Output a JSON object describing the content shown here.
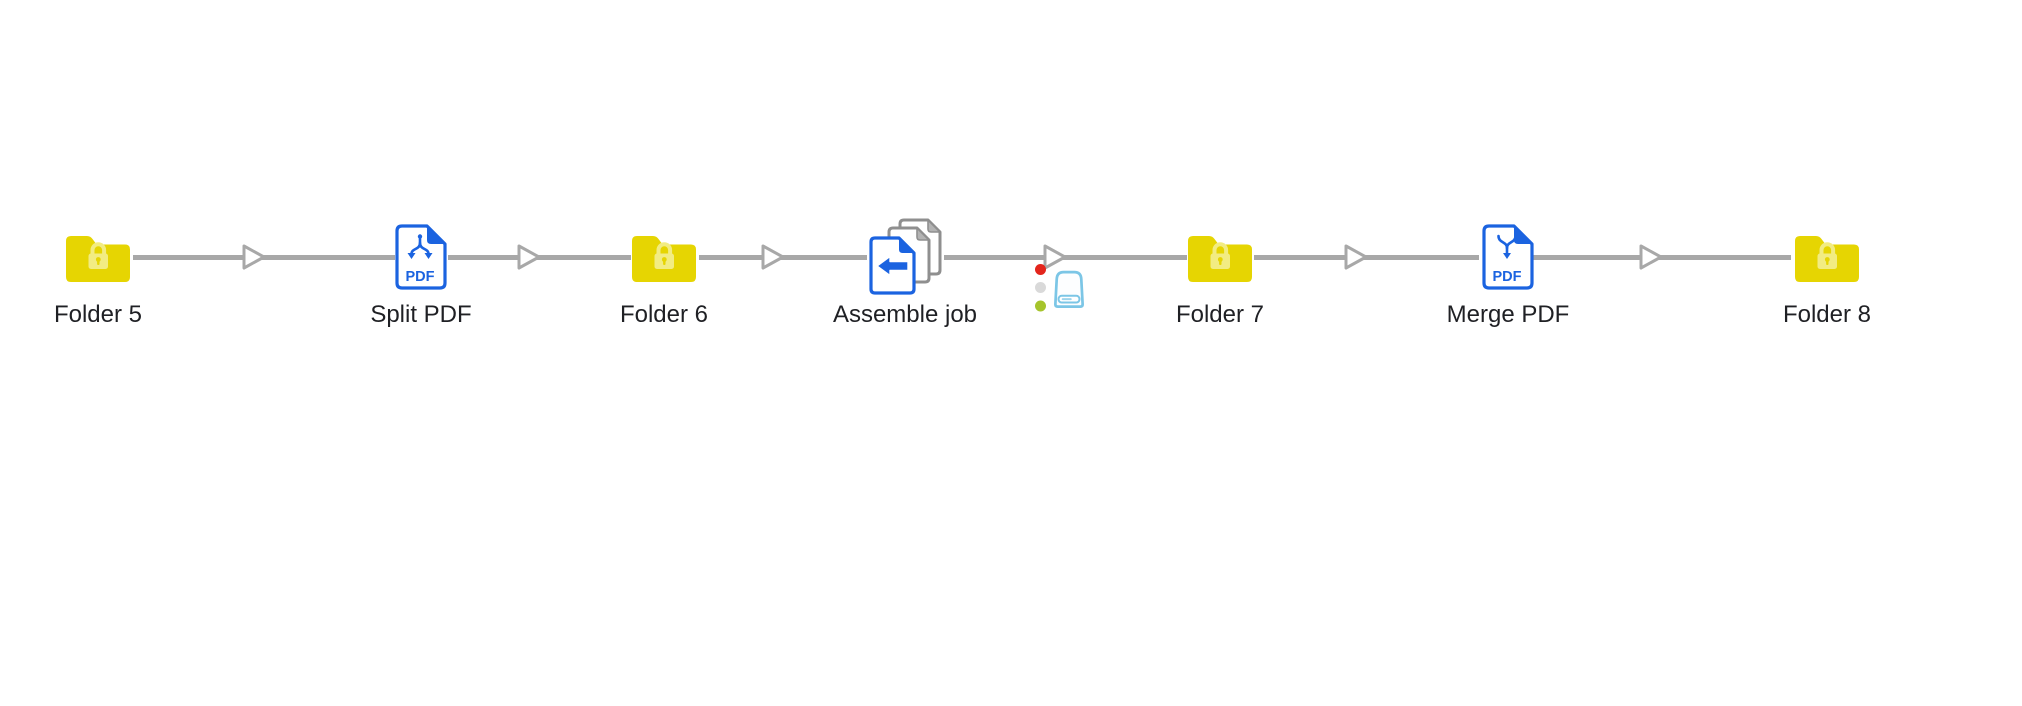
{
  "flow": {
    "nodes": [
      {
        "id": "folder-5",
        "type": "folder",
        "label": "Folder 5",
        "icon": "locked-folder-icon"
      },
      {
        "id": "split-pdf",
        "type": "flow-element",
        "label": "Split PDF",
        "icon": "pdf-split-icon"
      },
      {
        "id": "folder-6",
        "type": "folder",
        "label": "Folder 6",
        "icon": "locked-folder-icon"
      },
      {
        "id": "assemble-job",
        "type": "flow-element",
        "label": "Assemble job",
        "icon": "assemble-documents-icon"
      },
      {
        "id": "folder-7",
        "type": "folder",
        "label": "Folder 7",
        "icon": "locked-folder-icon"
      },
      {
        "id": "merge-pdf",
        "type": "flow-element",
        "label": "Merge PDF",
        "icon": "pdf-merge-icon"
      },
      {
        "id": "folder-8",
        "type": "folder",
        "label": "Folder 8",
        "icon": "locked-folder-icon"
      }
    ],
    "connections": [
      {
        "from": "Folder 5",
        "to": "Split PDF"
      },
      {
        "from": "Split PDF",
        "to": "Folder 6"
      },
      {
        "from": "Folder 6",
        "to": "Assemble job"
      },
      {
        "from": "Assemble job",
        "to": "Folder 7",
        "indicator": {
          "traffic_light": [
            "red",
            "off",
            "green"
          ],
          "icon": "drive-icon"
        }
      },
      {
        "from": "Folder 7",
        "to": "Merge PDF"
      },
      {
        "from": "Merge PDF",
        "to": "Folder 8"
      }
    ]
  },
  "colors": {
    "folder-yellow": "#E6D502",
    "lock-yellow": "#F2EC82",
    "doc-blue": "#1B63E0",
    "stack-gray": "#8F8F8F",
    "line-gray": "#A8A8A8",
    "label-color": "#1F2024",
    "traffic-red": "#E3251C",
    "traffic-off": "#D9D9D9",
    "traffic-green": "#A6C42C",
    "drive-blue": "#7CC6E6"
  }
}
